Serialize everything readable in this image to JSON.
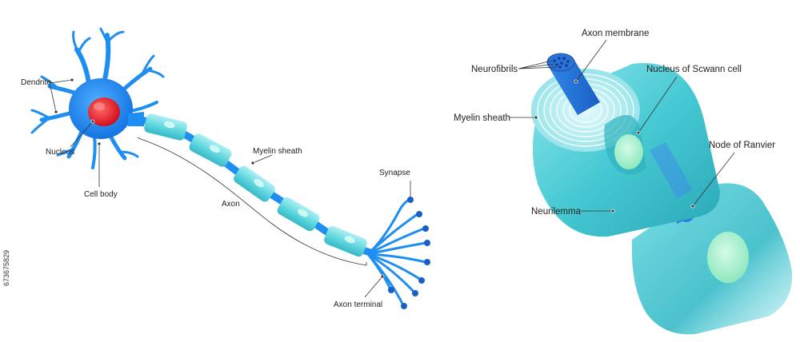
{
  "neuron": {
    "labels": {
      "dendrite": "Dendrite",
      "nucleus": "Nucleus",
      "cell_body": "Cell body",
      "axon": "Axon",
      "myelin_sheath": "Myelin sheath",
      "synapse": "Synapse",
      "axon_terminal": "Axon terminal"
    }
  },
  "myelinated_axon": {
    "labels": {
      "axon_membrane": "Axon membrane",
      "neurofibrils": "Neurofibrils",
      "nucleus_schwann": "Nucleus of Scwann cell",
      "myelin_sheath": "Myelin sheath",
      "node_of_ranvier": "Node of Ranvier",
      "neurilemma": "Neurilemma"
    }
  },
  "side_id": "673675829",
  "colors": {
    "neuron_blue": "#1f8ef1",
    "nucleus_red": "#e8202a",
    "myelin_cyan": "#48d0d8",
    "myelin_light": "#9ae8ec",
    "schwann_nucleus": "#a6f0c8"
  }
}
